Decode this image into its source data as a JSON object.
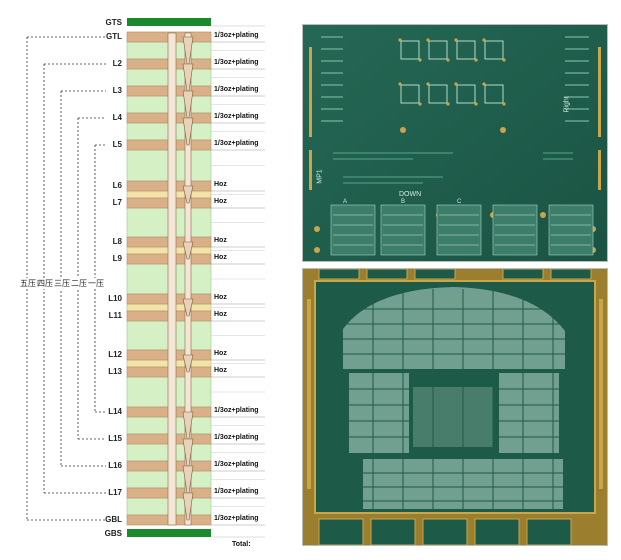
{
  "stackup": {
    "top_solder_mask": "GTS",
    "bottom_solder_mask": "GBS",
    "total_label": "Total:",
    "layers": [
      {
        "name": "GTL",
        "spec": "1/3oz+plating"
      },
      {
        "name": "L2",
        "spec": "1/3oz+plating"
      },
      {
        "name": "L3",
        "spec": "1/3oz+plating"
      },
      {
        "name": "L4",
        "spec": "1/3oz+plating"
      },
      {
        "name": "L5",
        "spec": "1/3oz+plating"
      },
      {
        "name": "L6",
        "spec": "Hoz"
      },
      {
        "name": "L7",
        "spec": "Hoz"
      },
      {
        "name": "L8",
        "spec": "Hoz"
      },
      {
        "name": "L9",
        "spec": "Hoz"
      },
      {
        "name": "L10",
        "spec": "Hoz"
      },
      {
        "name": "L11",
        "spec": "Hoz"
      },
      {
        "name": "L12",
        "spec": "Hoz"
      },
      {
        "name": "L13",
        "spec": "Hoz"
      },
      {
        "name": "L14",
        "spec": "1/3oz+plating"
      },
      {
        "name": "L15",
        "spec": "1/3oz+plating"
      },
      {
        "name": "L16",
        "spec": "1/3oz+plating"
      },
      {
        "name": "L17",
        "spec": "1/3oz+plating"
      },
      {
        "name": "GBL",
        "spec": "1/3oz+plating"
      }
    ],
    "press_labels": [
      "五压",
      "四压",
      "三压",
      "二压",
      "一压"
    ]
  },
  "board_top": {
    "label_down": "DOWN",
    "label_mp1": "MP1",
    "label_right": "Right",
    "zone_labels": [
      "A",
      "B",
      "C"
    ]
  },
  "colors": {
    "solder_mask": "#1a8a2c",
    "copper": "#d9b088",
    "prepreg": "#d4f0c4",
    "core_light": "#f2e4a8",
    "pcb_green": "#1f5e4c",
    "gold": "#b89a3c"
  }
}
